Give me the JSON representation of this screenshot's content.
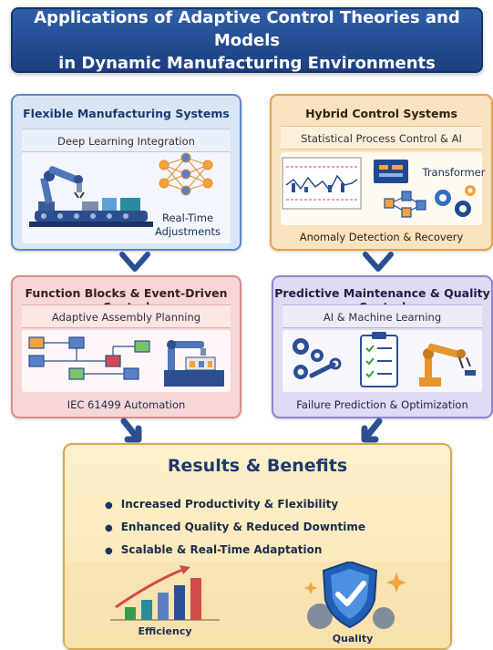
{
  "title": {
    "line1": "Applications of Adaptive Control Theories and Models",
    "line2": "in Dynamic Manufacturing Environments"
  },
  "panels": {
    "flexible": {
      "title": "Flexible Manufacturing Systems",
      "subtitle": "Deep Learning Integration",
      "caption_line1": "Real-Time",
      "caption_line2": "Adjustments"
    },
    "hybrid": {
      "title": "Hybrid Control Systems",
      "subtitle": "Statistical Process Control & AI",
      "label": "Transformer",
      "footer": "Anomaly Detection & Recovery"
    },
    "function_blocks": {
      "title": "Function Blocks & Event-Driven Control",
      "subtitle": "Adaptive Assembly Planning",
      "footer": "IEC 61499 Automation"
    },
    "predictive": {
      "title": "Predictive Maintenance & Quality Control",
      "subtitle": "AI & Machine Learning",
      "footer": "Failure Prediction & Optimization"
    }
  },
  "results": {
    "title": "Results & Benefits",
    "bullets": [
      "Increased Productivity & Flexibility",
      "Enhanced Quality & Reduced Downtime",
      "Scalable & Real-Time Adaptation"
    ],
    "efficiency_label": "Efficiency",
    "quality_label": "Quality"
  },
  "colors": {
    "title_bg": "#1f4a8f",
    "flexible": "#d8e5f5",
    "hybrid": "#fbe2be",
    "function_blocks": "#f6d6d6",
    "predictive": "#dedbf2",
    "results": "#fbe9bd",
    "arrow": "#2a4f95"
  },
  "icons": [
    "robot-arm-icon",
    "conveyor-icon",
    "neural-network-icon",
    "control-chart-icon",
    "monitor-icon",
    "gear-icon",
    "flowchart-icon",
    "robot-station-icon",
    "gears-wrench-icon",
    "clipboard-checklist-icon",
    "shield-check-icon",
    "bar-chart-icon",
    "trend-arrow-icon",
    "sparkle-icon"
  ]
}
